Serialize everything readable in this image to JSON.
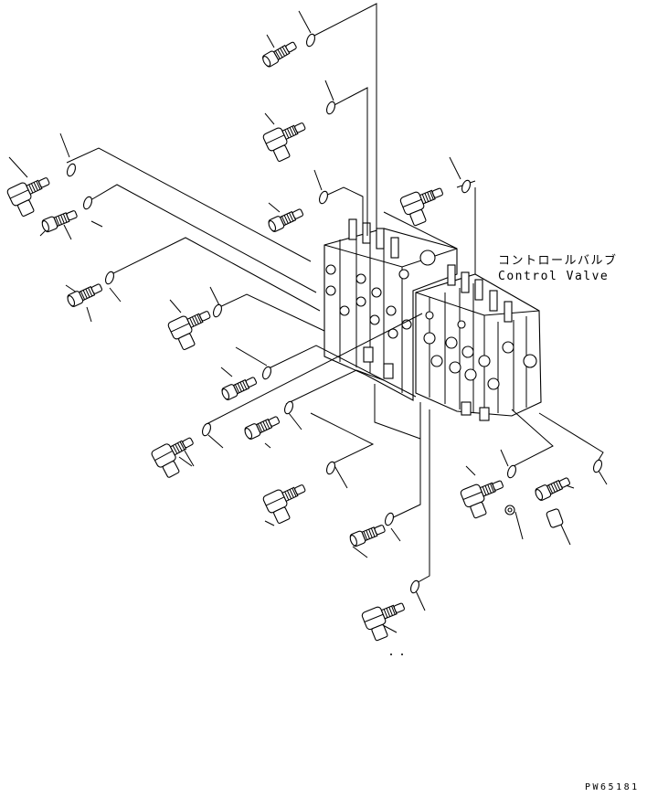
{
  "labels": {
    "japanese": "コントロールバルブ",
    "english": "Control Valve"
  },
  "drawing_code": "PW65181",
  "colors": {
    "line": "#000000",
    "background": "#ffffff"
  }
}
